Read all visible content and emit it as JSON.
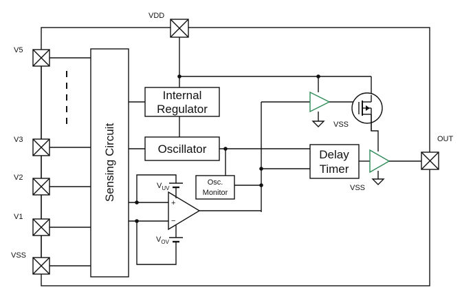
{
  "pins": {
    "vdd": "VDD",
    "v5": "V5",
    "v3": "V3",
    "v2": "V2",
    "v1": "V1",
    "vss": "VSS",
    "out": "OUT"
  },
  "blocks": {
    "sensing": "Sensing Circuit",
    "regulator_line1": "Internal",
    "regulator_line2": "Regulator",
    "oscillator": "Oscillator",
    "osc_monitor_line1": "Osc.",
    "osc_monitor_line2": "Monitor",
    "delay_line1": "Delay",
    "delay_line2": "Timer"
  },
  "labels": {
    "vss_buffer": "VSS",
    "vss_output": "VSS",
    "vuv_main": "V",
    "vuv_sub": "UV",
    "vov_main": "V",
    "vov_sub": "OV",
    "plus": "+",
    "minus": "−"
  },
  "colors": {
    "line": "#111111",
    "buffer_outline": "#2e8b57"
  }
}
